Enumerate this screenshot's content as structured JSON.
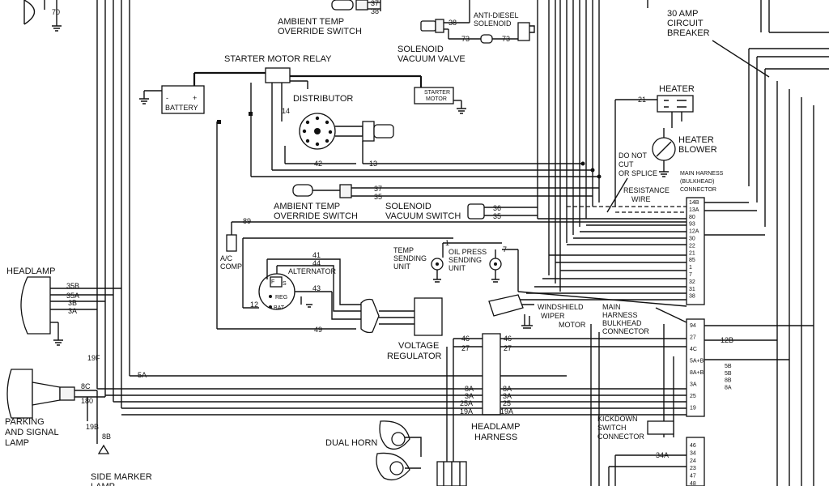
{
  "components": {
    "ambient_temp_override_switch_top": "AMBIENT TEMP\nOVERRIDE SWITCH",
    "anti_diesel_solenoid": "ANTI-DIESEL\nSOLENOID",
    "solenoid_vacuum_valve": "SOLENOID\nVACUUM VALVE",
    "circuit_breaker": "30 AMP\nCIRCUIT\nBREAKER",
    "starter_motor_relay": "STARTER MOTOR RELAY",
    "battery": "BATTERY",
    "starter_motor": "STARTER\nMOTOR",
    "distributor": "DISTRIBUTOR",
    "heater": "HEATER",
    "heater_blower": "HEATER\nBLOWER",
    "do_not_cut": "DO NOT\nCUT\nOR SPLICE",
    "resistance_wire": "RESISTANCE\nWIRE",
    "main_harness_connector": "MAIN HARNESS\n(BULKHEAD)\nCONNECTOR",
    "ambient_temp_override_switch_mid": "AMBIENT TEMP\nOVERRIDE SWITCH",
    "solenoid_vacuum_switch": "SOLENOID\nVACUUM SWITCH",
    "headlamp": "HEADLAMP",
    "ac_comp": "A/C\nCOMP",
    "alternator": "ALTERNATOR",
    "reg": "REG",
    "bat": "BAT",
    "temp_sending_unit": "TEMP\nSENDING\nUNIT",
    "oil_press_sending_unit": "OIL PRESS\nSENDING\nUNIT",
    "windshield_wiper_motor": "WINDSHIELD\nWIPER\nMOTOR",
    "main_harness_bulkhead_connector": "MAIN\nHARNESS\nBULKHEAD\nCONNECTOR",
    "voltage_regulator": "VOLTAGE\nREGULATOR",
    "parking_signal_lamp": "PARKING\nAND SIGNAL\nLAMP",
    "headlamp_harness": "HEADLAMP\nHARNESS",
    "kickdown_switch_connector": "KICKDOWN\nSWITCH\nCONNECTOR",
    "dual_horn": "DUAL HORN",
    "side_marker_lamp": "SIDE MARKER\nLAMP"
  },
  "wire_labels": {
    "w70": "70",
    "w37a": "37",
    "w38a": "38",
    "w38b": "38",
    "w73a": "73",
    "w73b": "73",
    "w21": "21",
    "w14": "14",
    "w42": "42",
    "w13": "13",
    "w37b": "37",
    "w35a": "35",
    "w36": "36",
    "w35b": "35",
    "w89": "89",
    "w41": "41",
    "w44": "44",
    "w43": "43",
    "w12": "12",
    "w49": "49",
    "w1": "1",
    "w7": "7",
    "w35B": "35B",
    "w35A": "35A",
    "w3B": "3B",
    "w3A": "3A",
    "w19F": "19F",
    "w5A": "5A",
    "w8C": "8C",
    "w180": "180",
    "w19B": "19B",
    "w8B": "8B",
    "w46L": "46",
    "w27L": "27",
    "w46R": "46",
    "w27R": "27",
    "w8AL": "8A",
    "w3AL": "3A",
    "w25AL": "25A",
    "w19AL": "19A",
    "w8AR": "8A",
    "w3AR": "3A",
    "w25R": "25",
    "w19AR": "19A",
    "w12B": "12B",
    "w34A": "34A",
    "minus": "-",
    "plus": "+",
    "f": "F",
    "s": "S"
  },
  "bulkhead_upper_pins": [
    "14B",
    "13A",
    "80",
    "93",
    "12A",
    "30",
    "22",
    "21",
    "85",
    "1",
    "7",
    "32",
    "31",
    "38"
  ],
  "bulkhead_lower_pins": [
    "94",
    "27",
    "4C",
    "5A+B",
    "8A+B",
    "3A",
    "25",
    "19"
  ],
  "bulkhead_lower_right": [
    "5B",
    "5B",
    "8B",
    "8A"
  ],
  "kickdown_pins": [
    "46",
    "34",
    "24",
    "23",
    "47",
    "48"
  ]
}
